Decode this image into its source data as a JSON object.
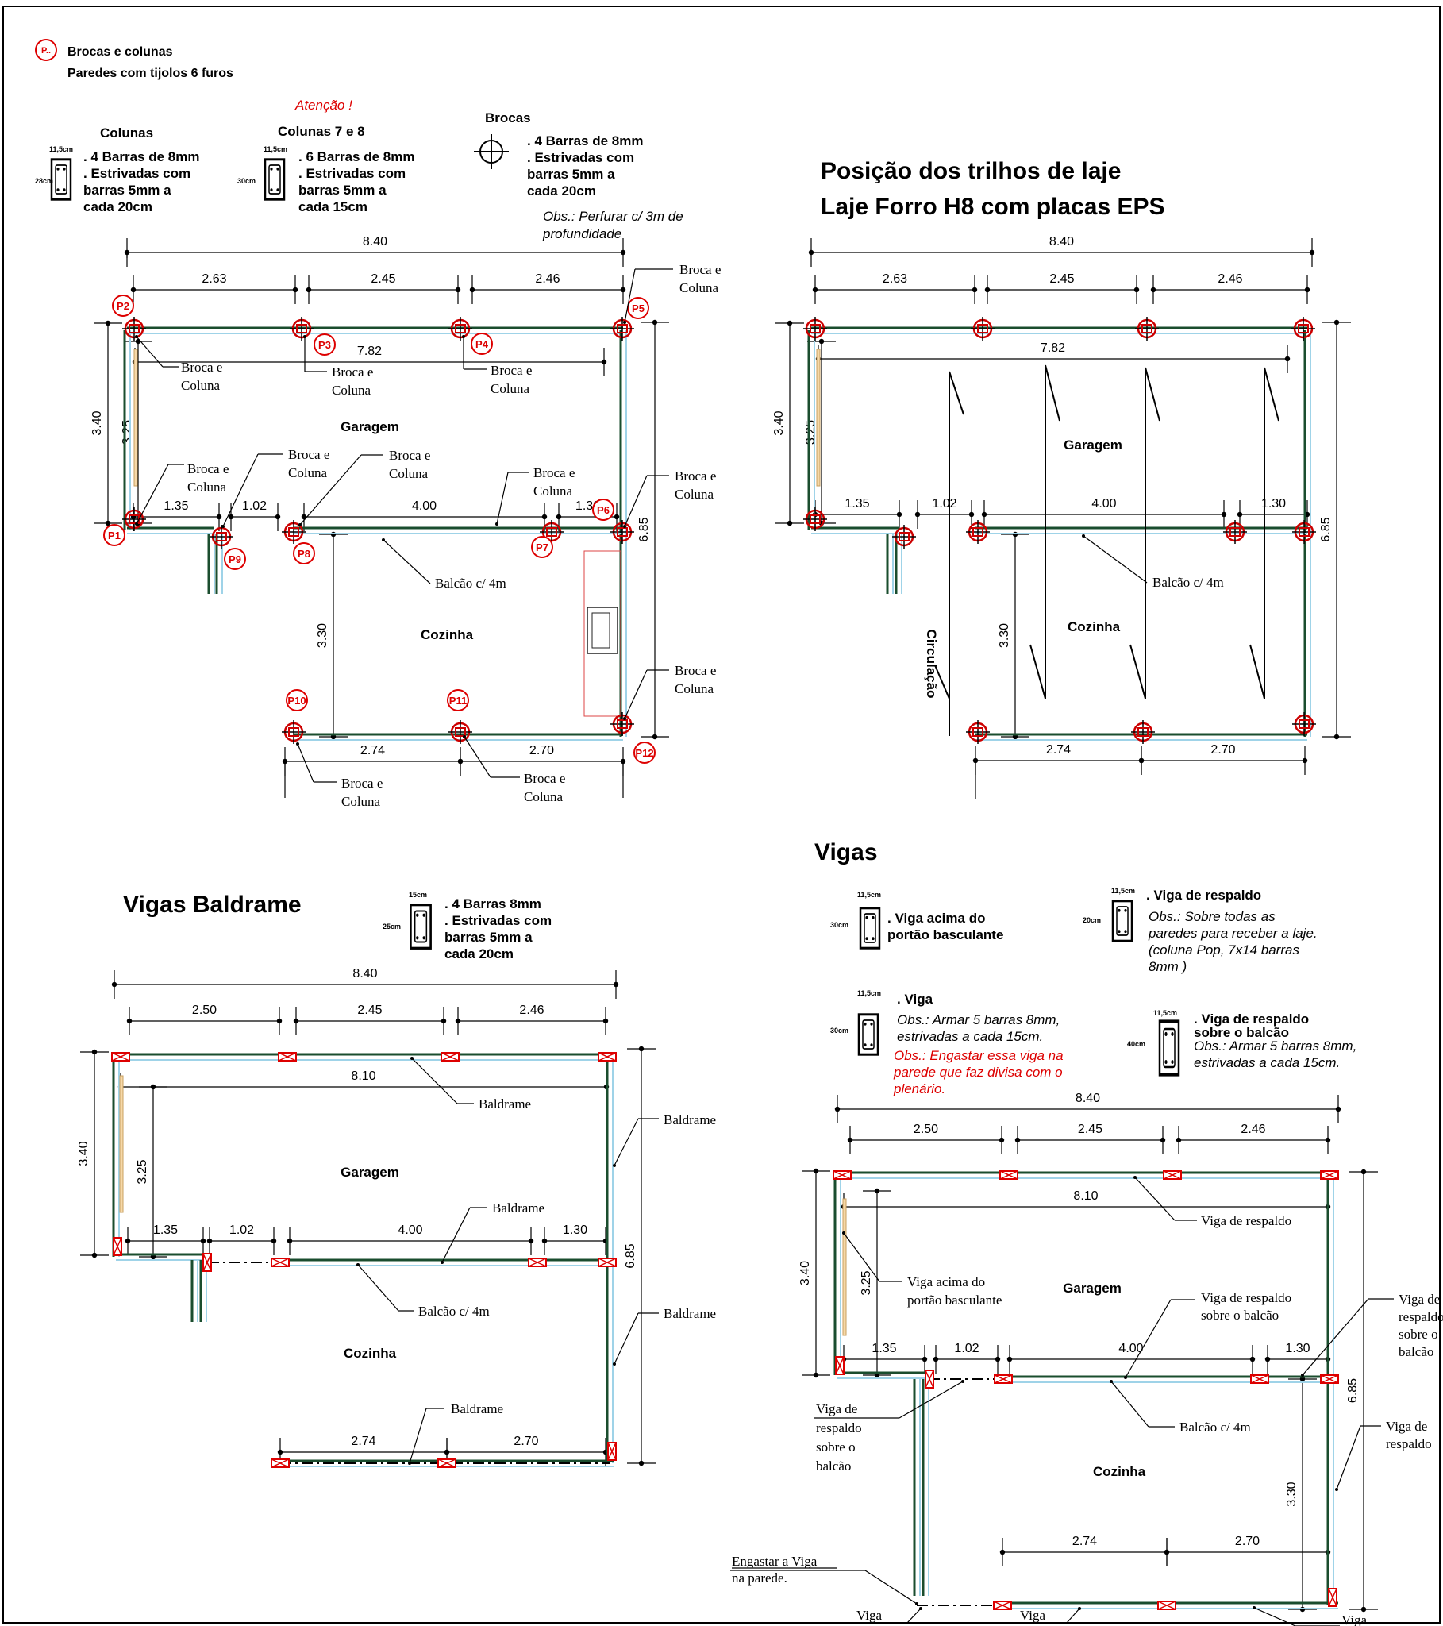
{
  "legend": {
    "symbol": "P..",
    "line1": "Brocas e colunas",
    "line2": "Paredes com tijolos 6 furos"
  },
  "colors": {
    "column_marker": "#cc0000",
    "beam_marker": "#dd0000",
    "wall": "#1a4d2e",
    "wall_inner": "#9fd3e8",
    "text": "#000000",
    "attention": "#dd0000"
  },
  "specs": {
    "colunas": {
      "title": "Colunas",
      "dim_top": "11,5cm",
      "dim_side": "28cm",
      "lines": [
        ". 4 Barras de 8mm",
        ". Estrivadas com",
        "barras 5mm a",
        "cada 20cm"
      ]
    },
    "colunas78": {
      "note": "Atenção !",
      "title": "Colunas 7 e 8",
      "dim_top": "11,5cm",
      "dim_side": "30cm",
      "lines": [
        ". 6 Barras de 8mm",
        ". Estrivadas com",
        "barras 5mm a",
        "cada 15cm"
      ]
    },
    "brocas": {
      "title": "Brocas",
      "lines": [
        ". 4 Barras de 8mm",
        ". Estrivadas com",
        "barras 5mm a",
        "cada 20cm"
      ],
      "obs": [
        "Obs.: Perfurar c/ 3m de",
        "profundidade"
      ]
    },
    "baldrame": {
      "dim_top": "15cm",
      "dim_side": "25cm",
      "lines": [
        ". 4 Barras 8mm",
        ". Estrivadas com",
        "barras 5mm a",
        "cada 20cm"
      ]
    },
    "viga_portao": {
      "dim_top": "11,5cm",
      "dim_side": "30cm",
      "lines": [
        ". Viga acima do",
        "portão basculante"
      ]
    },
    "viga_respaldo": {
      "dim_top": "11,5cm",
      "dim_side": "20cm",
      "title": ". Viga de respaldo",
      "obs": [
        "Obs.: Sobre todas as",
        "paredes para receber a laje.",
        "(coluna Pop, 7x14 barras",
        "8mm )"
      ]
    },
    "viga": {
      "dim_top": "11,5cm",
      "dim_side": "30cm",
      "title": ". Viga",
      "obs": [
        "Obs.: Armar 5 barras 8mm,",
        "estrivadas a cada 15cm."
      ],
      "warn": [
        "Obs.: Engastar essa viga na",
        "parede que faz divisa com o",
        "plenário."
      ]
    },
    "viga_balcao": {
      "dim_top": "11,5cm",
      "dim_side": "40cm",
      "title": [
        ". Viga de respaldo",
        "sobre o balcão"
      ],
      "obs": [
        "Obs.: Armar 5 barras 8mm,",
        "estrivadas a cada 15cm."
      ]
    }
  },
  "titles": {
    "laje": [
      "Posição dos trilhos de laje",
      "Laje Forro H8 com placas EPS"
    ],
    "baldrame": "Vigas Baldrame",
    "vigas": "Vigas"
  },
  "rooms": {
    "garagem": "Garagem",
    "cozinha": "Cozinha",
    "circulacao": "Circulação"
  },
  "dims": {
    "total": "8.40",
    "a263": "2.63",
    "a250": "2.50",
    "a245": "2.45",
    "a246": "2.46",
    "inner782": "7.82",
    "inner810": "8.10",
    "h340": "3.40",
    "h325": "3.25",
    "h685": "6.85",
    "h330": "3.30",
    "m135": "1.35",
    "m102": "1.02",
    "m400": "4.00",
    "m130": "1.30",
    "b274": "2.74",
    "b270": "2.70"
  },
  "columns": [
    "P1",
    "P2",
    "P3",
    "P4",
    "P5",
    "P6",
    "P7",
    "P8",
    "P9",
    "P10",
    "P11",
    "P12"
  ],
  "labels": {
    "broca_coluna": [
      "Broca e",
      "Coluna"
    ],
    "balcao": "Balcão c/ 4m",
    "baldrame": "Baldrame",
    "viga_respaldo": "Viga de respaldo",
    "viga_respaldo_balcao": [
      "Viga de respaldo",
      "sobre o balcão"
    ],
    "viga_respaldo_balcao_right": [
      "Viga de",
      "respaldo",
      "sobre o",
      "balcão"
    ],
    "viga_respaldo_balcao_left": [
      "Viga de",
      "respaldo",
      "sobre o",
      "balcão"
    ],
    "viga_respaldo_right": [
      "Viga de",
      "respaldo"
    ],
    "viga_portao": [
      "Viga acima do",
      "portão basculante"
    ],
    "engastar": [
      "Engastar a Viga",
      "na parede."
    ],
    "viga": "Viga"
  }
}
